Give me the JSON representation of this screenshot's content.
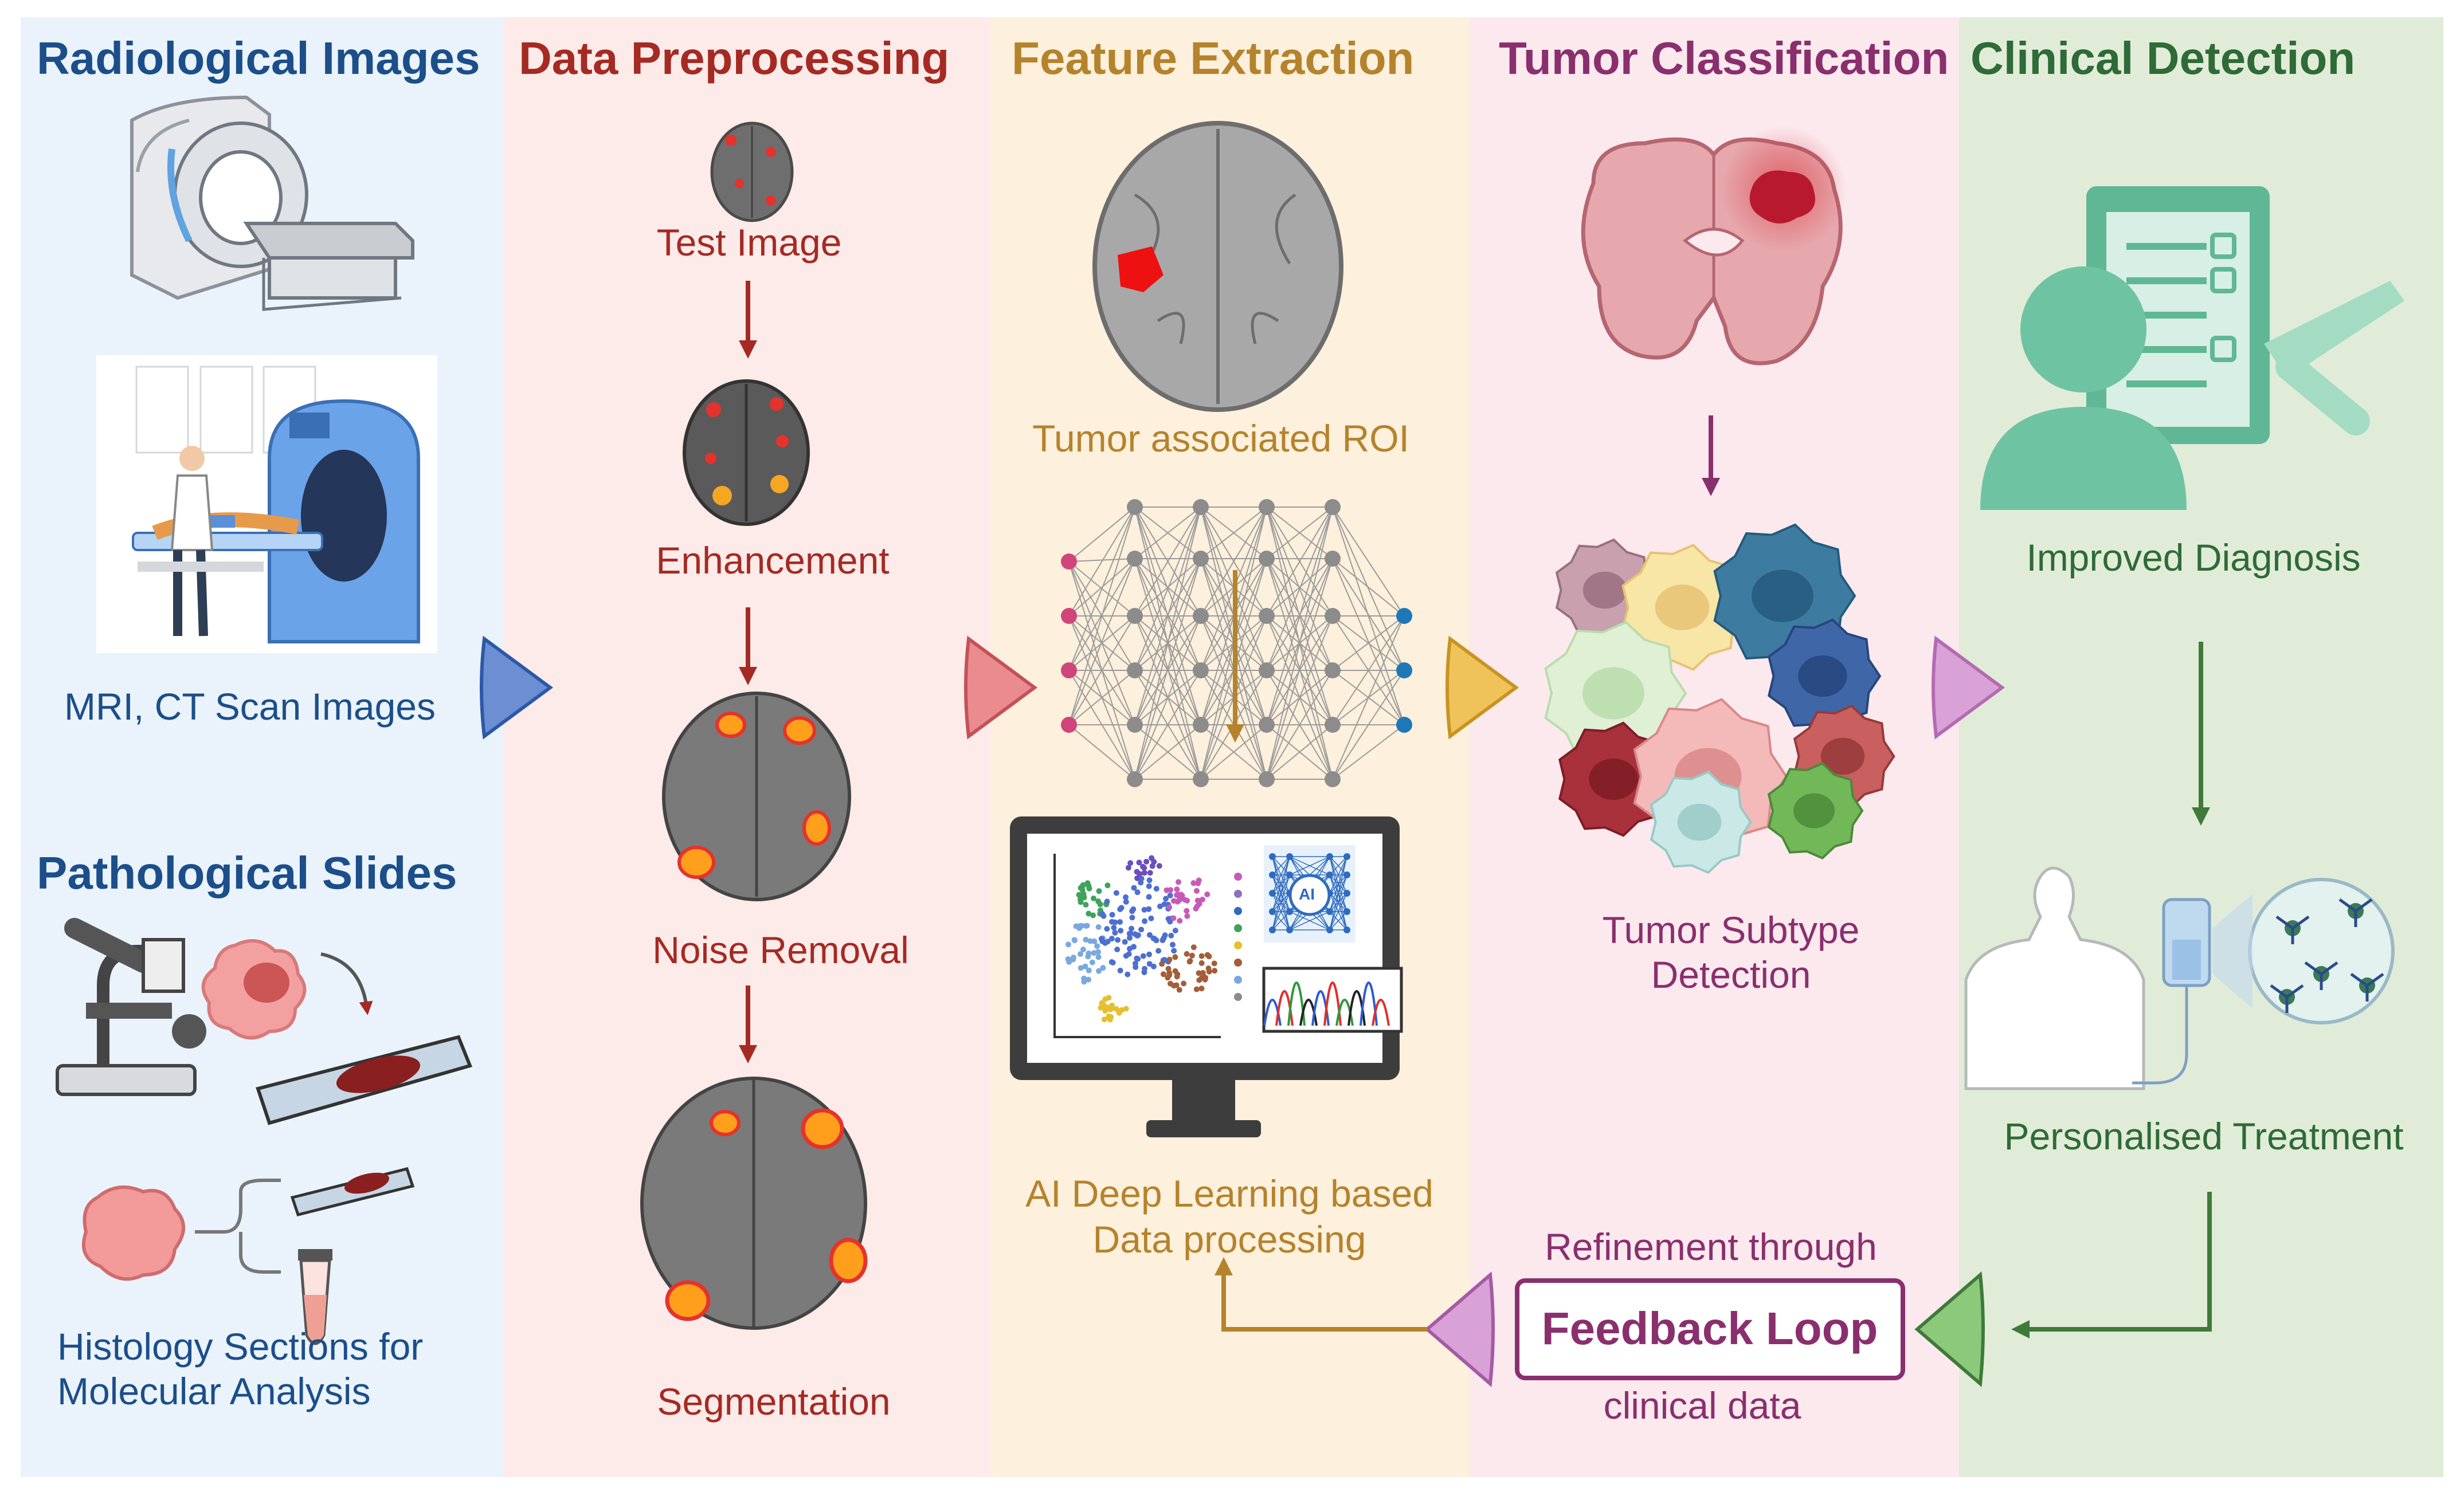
{
  "colors": {
    "radiological": "#1c4e8a",
    "preprocessing": "#a52a24",
    "feature": "#b5832c",
    "classification": "#8a2f6e",
    "clinical": "#2e6b36",
    "panel_blue": "#eaf3fc",
    "panel_red": "#fcebe8",
    "panel_orange": "#fdf0dc",
    "panel_pink": "#fbe9ee",
    "panel_green": "#e1ecd8"
  },
  "columns": {
    "radiological": {
      "title": "Radiological Images",
      "caption": "MRI, CT Scan Images",
      "icons": [
        "mri-scanner-icon",
        "patient-scan-room-icon"
      ]
    },
    "pathological": {
      "title": "Pathological Slides",
      "caption_line1": "Histology Sections for",
      "caption_line2": "Molecular Analysis",
      "icons": [
        "microscope-icon",
        "tissue-slide-icon",
        "test-tube-icon"
      ]
    },
    "preprocessing": {
      "title": "Data Preprocessing",
      "steps": [
        "Test Image",
        "Enhancement",
        "Noise Removal",
        "Segmentation"
      ],
      "icons": [
        "brain-scan-icon"
      ]
    },
    "feature": {
      "title": "Feature Extraction",
      "roi_label": "Tumor associated ROI",
      "dl_line1": "AI Deep Learning based",
      "dl_line2": "Data processing",
      "ai_badge": "AI",
      "icons": [
        "brain-roi-icon",
        "neural-network-icon",
        "monitor-icon"
      ]
    },
    "classification": {
      "title": "Tumor Classification",
      "subtype_line1": "Tumor Subtype",
      "subtype_line2": "Detection",
      "icons": [
        "brain-tumor-section-icon",
        "tumor-cells-icon"
      ]
    },
    "clinical": {
      "title": "Clinical Detection",
      "diagnosis": "Improved Diagnosis",
      "treatment": "Personalised Treatment",
      "icons": [
        "doctor-checklist-icon",
        "patient-iv-icon"
      ]
    }
  },
  "feedback": {
    "top": "Refinement through",
    "box": "Feedback Loop",
    "bottom": "clinical data"
  }
}
